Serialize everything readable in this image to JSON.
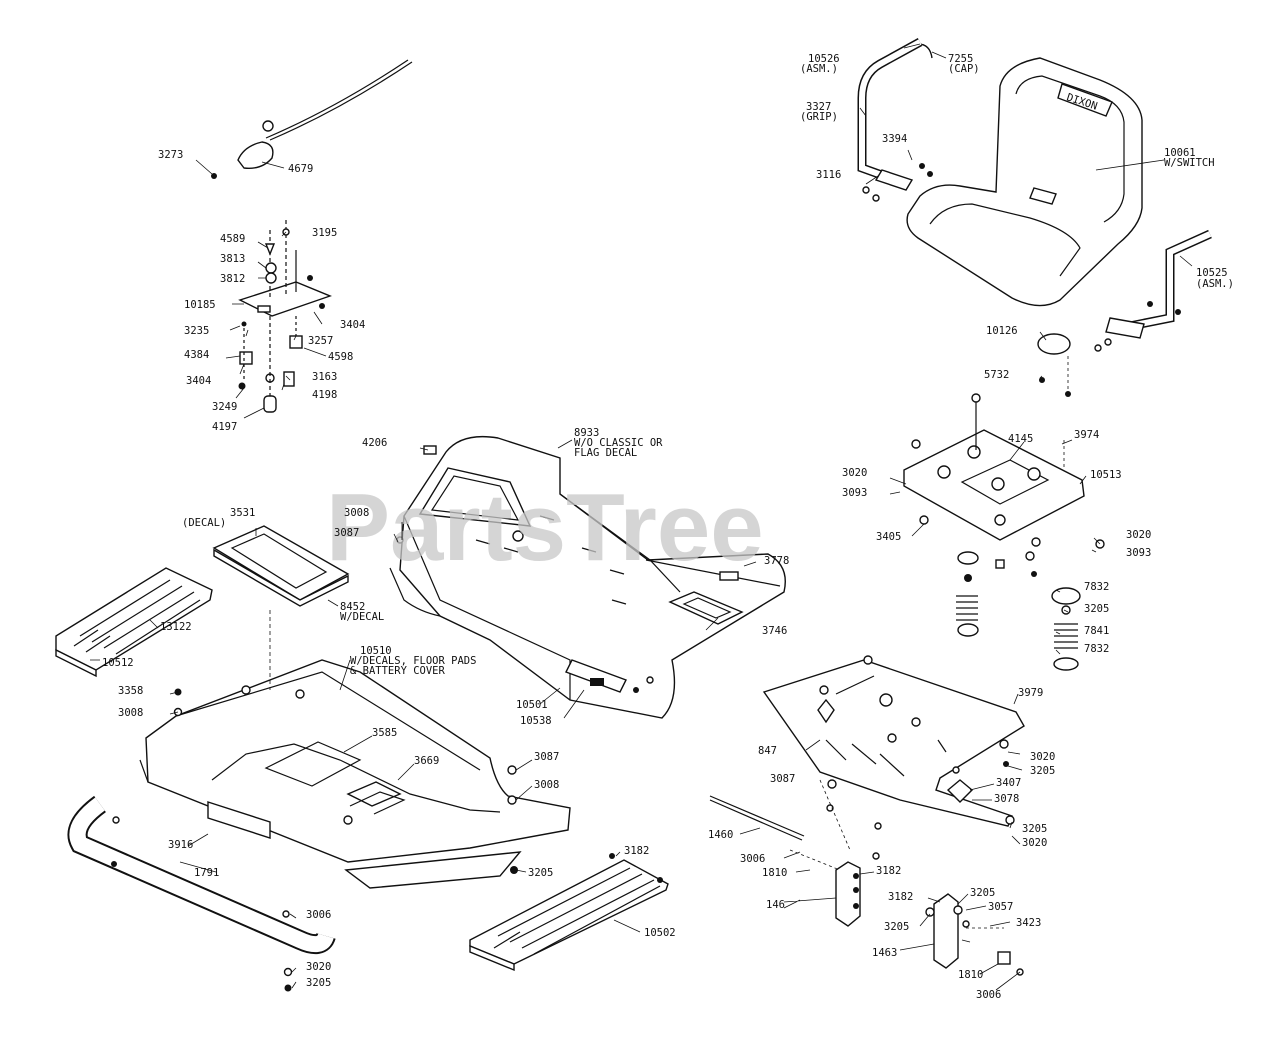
{
  "watermark": "PartsTree",
  "seat_badge": "DIXON",
  "labels": {
    "l3273": "3273",
    "l4679": "4679",
    "l4589": "4589",
    "l3195": "3195",
    "l3813": "3813",
    "l3812": "3812",
    "l10185": "10185",
    "l3235": "3235",
    "l4384": "4384",
    "l3404a": "3404",
    "l3404b": "3404",
    "l3249": "3249",
    "l4197": "4197",
    "l3257": "3257",
    "l4598": "4598",
    "l3163": "3163",
    "l4198": "4198",
    "l10526a": "10526",
    "l10526b": "(ASM.)",
    "l7255a": "7255",
    "l7255b": "(CAP)",
    "l3327a": "3327",
    "l3327b": "(GRIP)",
    "l3394": "3394",
    "l3116": "3116",
    "l10061a": "10061",
    "l10061b": "W/SWITCH",
    "l10525a": "10525",
    "l10525b": "(ASM.)",
    "l10126": "10126",
    "l5732": "5732",
    "l4206": "4206",
    "l8933a": "8933",
    "l8933b": "W/O CLASSIC OR",
    "l8933c": "FLAG DECAL",
    "l4145": "4145",
    "l3974": "3974",
    "l3020a": "3020",
    "l3093a": "3093",
    "l10513": "10513",
    "l3405": "3405",
    "l3020b": "3020",
    "l3093b": "3093",
    "l3531a": "3531",
    "l3531b": "(DECAL)",
    "l3008a": "3008",
    "l3087a": "3087",
    "l3778": "3778",
    "l7832a": "7832",
    "l3205a": "3205",
    "l7841": "7841",
    "l7832b": "7832",
    "l8452a": "8452",
    "l8452b": "W/DECAL",
    "l13122": "13122",
    "l3746": "3746",
    "l10512": "10512",
    "l10510a": "10510",
    "l10510b": "W/DECALS, FLOOR PADS",
    "l10510c": "& BATTERY COVER",
    "l3358": "3358",
    "l3008b": "3008",
    "l10501": "10501",
    "l10538": "10538",
    "l3979": "3979",
    "l847": "847",
    "l3020c": "3020",
    "l3205b": "3205",
    "l3087b": "3087",
    "l3407": "3407",
    "l3078": "3078",
    "l3585": "3585",
    "l3669": "3669",
    "l3087c": "3087",
    "l3008c": "3008",
    "l3916": "3916",
    "l1460": "1460",
    "l3205c": "3205",
    "l3020d": "3020",
    "l3006a": "3006",
    "l3182a": "3182",
    "l1810a": "1810",
    "l1791": "1791",
    "l3205d": "3205",
    "l3182b": "3182",
    "l146": "146",
    "l3006b": "3006",
    "l10502": "10502",
    "l3182c": "3182",
    "l3205e": "3205",
    "l3057": "3057",
    "l3423": "3423",
    "l3205f": "3205",
    "l1463": "1463",
    "l3020e": "3020",
    "l3205g": "3205",
    "l1810b": "1810",
    "l3006c": "3006"
  }
}
